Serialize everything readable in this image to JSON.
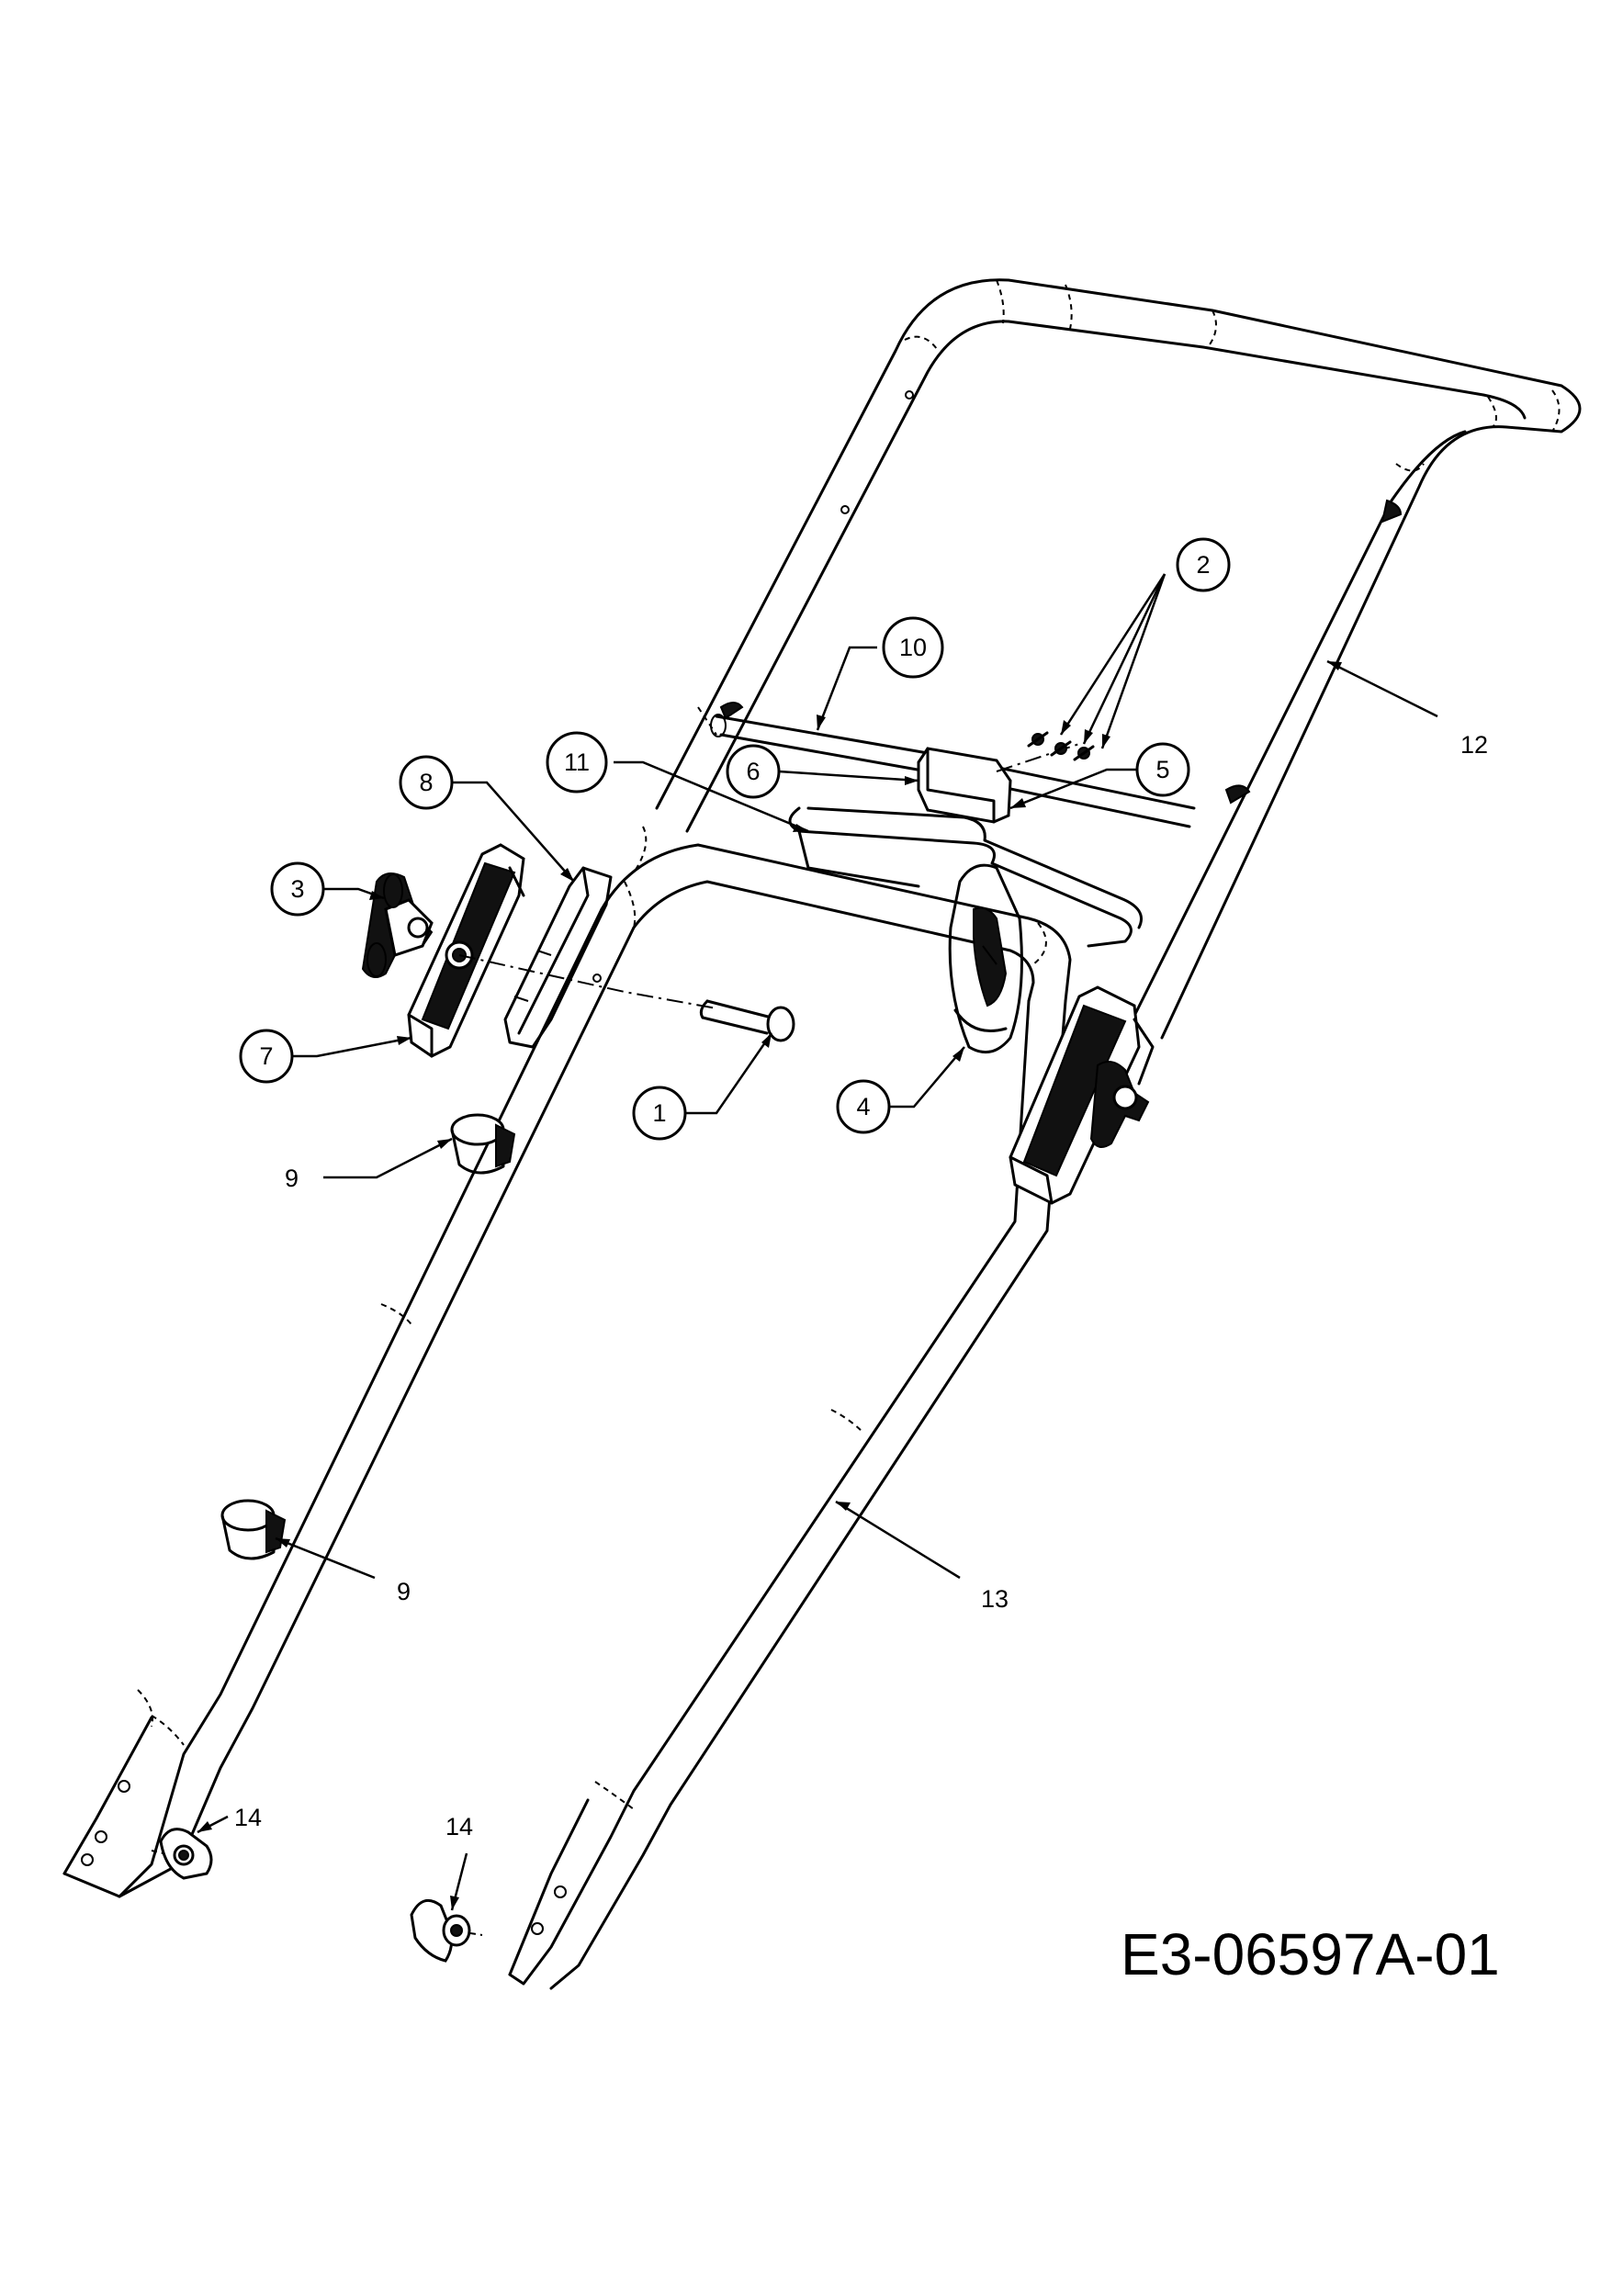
{
  "drawing_number": "E3-06597A-01",
  "callouts": {
    "c1": "1",
    "c2": "2",
    "c3": "3",
    "c4": "4",
    "c5": "5",
    "c6": "6",
    "c7": "7",
    "c8": "8",
    "c10": "10",
    "c11": "11"
  },
  "labels": {
    "l9a": "9",
    "l9b": "9",
    "l12": "12",
    "l13": "13",
    "l14a": "14",
    "l14b": "14"
  }
}
